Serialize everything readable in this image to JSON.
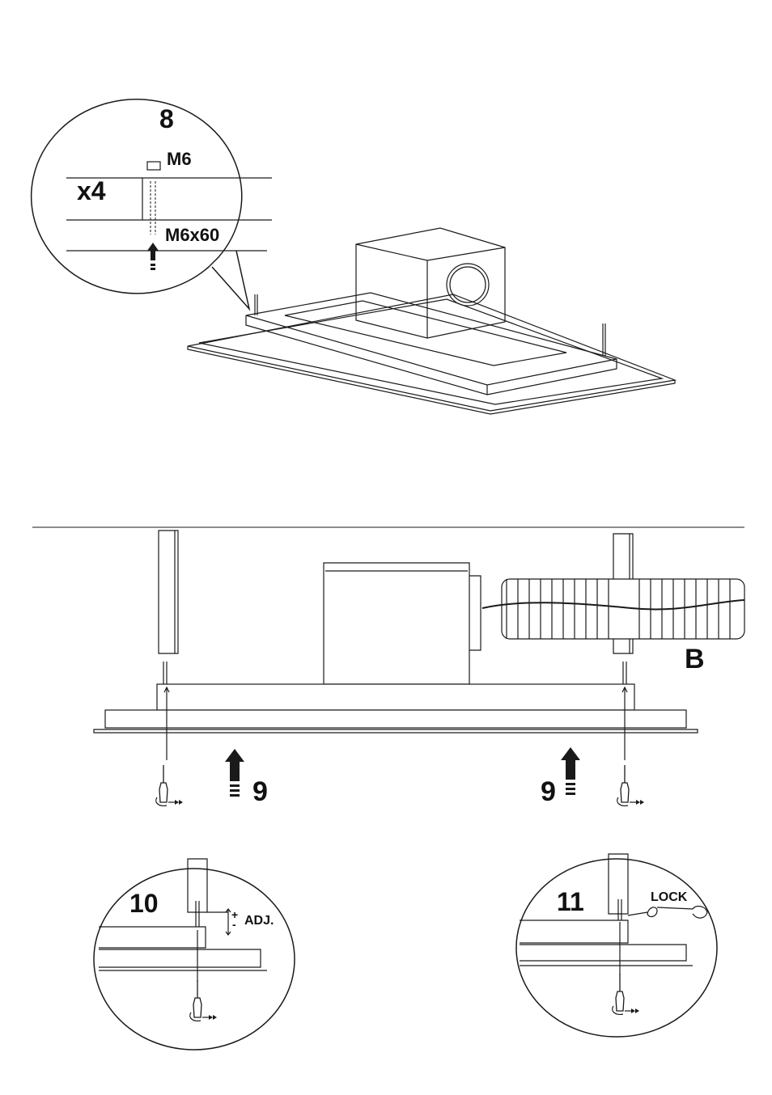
{
  "step8": {
    "step_number": "8",
    "quantity": "x4",
    "nut_label": "M6",
    "screw_label": "M6x60"
  },
  "step9": {
    "duct_label": "B",
    "step_number_left": "9",
    "step_number_right": "9"
  },
  "step10": {
    "step_number": "10",
    "plus_sign": "+",
    "minus_sign": "-",
    "adjust_label": "ADJ."
  },
  "step11": {
    "step_number": "11",
    "lock_label": "LOCK"
  },
  "colors": {
    "line": "#1a1a1a",
    "background": "#ffffff"
  }
}
